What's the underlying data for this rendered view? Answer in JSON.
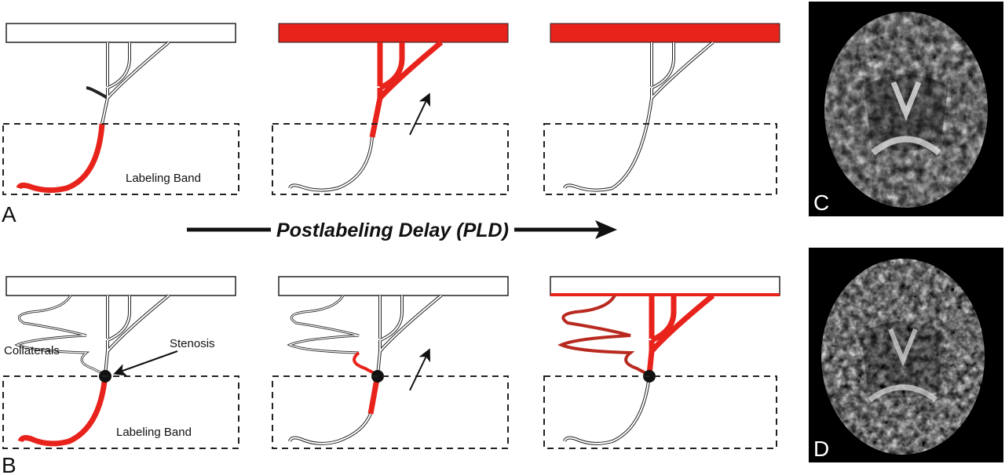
{
  "panels": {
    "a": {
      "letter": "A",
      "labeling_band": "Labeling Band"
    },
    "b": {
      "letter": "B",
      "labeling_band": "Labeling Band",
      "collaterals": "Collaterals",
      "stenosis": "Stenosis"
    },
    "c": {
      "letter": "C"
    },
    "d": {
      "letter": "D"
    }
  },
  "axis": {
    "label": "Postlabeling Delay (PLD)"
  },
  "colors": {
    "label_red": "#e8231b",
    "outline": "#222222",
    "background": "#ffffff",
    "mri_bg": "#000000"
  }
}
